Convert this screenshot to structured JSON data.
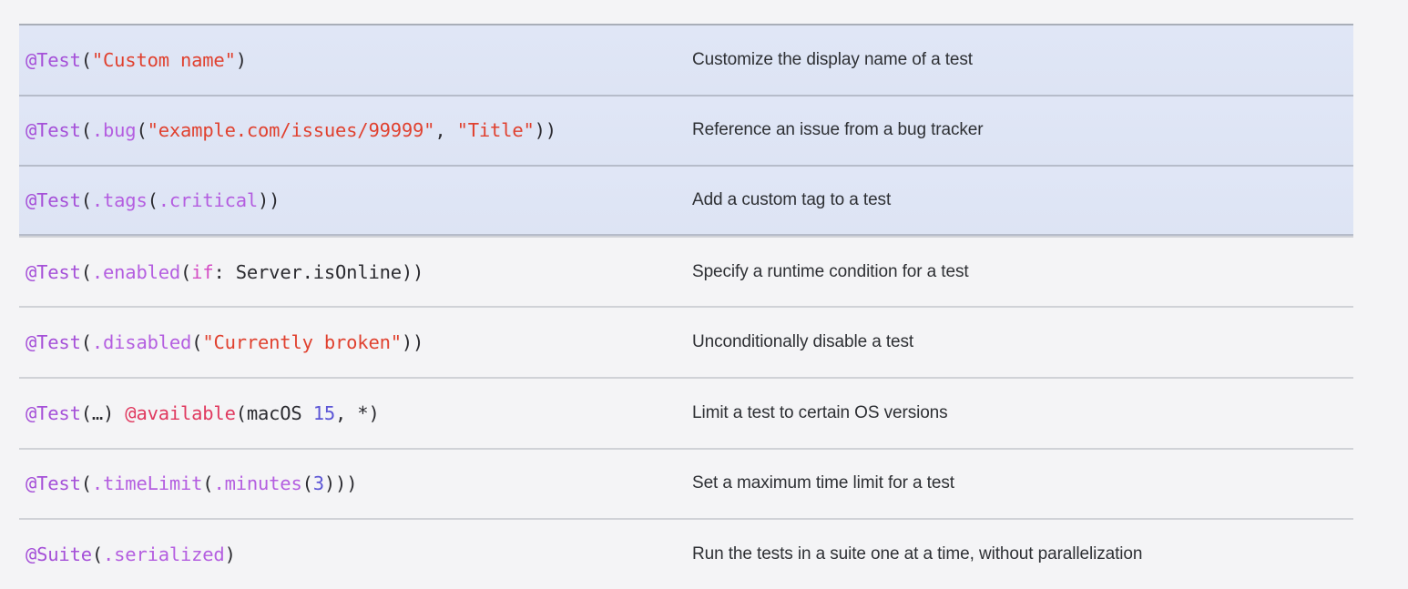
{
  "page": {
    "background_color": "#f4f4f6",
    "highlight_color": "#dfe5f5",
    "separator_color": "#c7cbd4"
  },
  "syntax_colors": {
    "attribute": "#a550d8",
    "availability_attribute": "#e0395f",
    "member": "#b45ee0",
    "string": "#e0412f",
    "keyword": "#d44ec4",
    "number": "#5c56d6",
    "plain": "#2b2b30",
    "description_text": "#2e3034"
  },
  "table": {
    "rows": [
      {
        "highlighted": true,
        "code_plain": "@Test(\"Custom name\")",
        "tokens": [
          {
            "t": "@Test",
            "c": "t-attr"
          },
          {
            "t": "(",
            "c": "t-plain"
          },
          {
            "t": "\"Custom name\"",
            "c": "t-string"
          },
          {
            "t": ")",
            "c": "t-plain"
          }
        ],
        "description": "Customize the display name of a test"
      },
      {
        "highlighted": true,
        "code_plain": "@Test(.bug(\"example.com/issues/99999\", \"Title\"))",
        "tokens": [
          {
            "t": "@Test",
            "c": "t-attr"
          },
          {
            "t": "(",
            "c": "t-plain"
          },
          {
            "t": ".bug",
            "c": "t-member"
          },
          {
            "t": "(",
            "c": "t-plain"
          },
          {
            "t": "\"example.com/issues/99999\"",
            "c": "t-string"
          },
          {
            "t": ", ",
            "c": "t-plain"
          },
          {
            "t": "\"Title\"",
            "c": "t-string"
          },
          {
            "t": "))",
            "c": "t-plain"
          }
        ],
        "description": "Reference an issue from a bug tracker"
      },
      {
        "highlighted": true,
        "code_plain": "@Test(.tags(.critical))",
        "tokens": [
          {
            "t": "@Test",
            "c": "t-attr"
          },
          {
            "t": "(",
            "c": "t-plain"
          },
          {
            "t": ".tags",
            "c": "t-member"
          },
          {
            "t": "(",
            "c": "t-plain"
          },
          {
            "t": ".critical",
            "c": "t-member"
          },
          {
            "t": "))",
            "c": "t-plain"
          }
        ],
        "description": "Add a custom tag to a test"
      },
      {
        "highlighted": false,
        "code_plain": "@Test(.enabled(if: Server.isOnline))",
        "tokens": [
          {
            "t": "@Test",
            "c": "t-attr"
          },
          {
            "t": "(",
            "c": "t-plain"
          },
          {
            "t": ".enabled",
            "c": "t-member"
          },
          {
            "t": "(",
            "c": "t-plain"
          },
          {
            "t": "if",
            "c": "t-keyword"
          },
          {
            "t": ": Server.isOnline))",
            "c": "t-plain"
          }
        ],
        "description": "Specify a runtime condition for a test"
      },
      {
        "highlighted": false,
        "code_plain": "@Test(.disabled(\"Currently broken\"))",
        "tokens": [
          {
            "t": "@Test",
            "c": "t-attr"
          },
          {
            "t": "(",
            "c": "t-plain"
          },
          {
            "t": ".disabled",
            "c": "t-member"
          },
          {
            "t": "(",
            "c": "t-plain"
          },
          {
            "t": "\"Currently broken\"",
            "c": "t-string"
          },
          {
            "t": "))",
            "c": "t-plain"
          }
        ],
        "description": "Unconditionally disable a test"
      },
      {
        "highlighted": false,
        "code_plain": "@Test(…) @available(macOS 15, *)",
        "tokens": [
          {
            "t": "@Test",
            "c": "t-attr"
          },
          {
            "t": "(…) ",
            "c": "t-plain"
          },
          {
            "t": "@available",
            "c": "t-avail"
          },
          {
            "t": "(macOS ",
            "c": "t-plain"
          },
          {
            "t": "15",
            "c": "t-number"
          },
          {
            "t": ", *)",
            "c": "t-plain"
          }
        ],
        "description": "Limit a test to certain OS versions"
      },
      {
        "highlighted": false,
        "code_plain": "@Test(.timeLimit(.minutes(3)))",
        "tokens": [
          {
            "t": "@Test",
            "c": "t-attr"
          },
          {
            "t": "(",
            "c": "t-plain"
          },
          {
            "t": ".timeLimit",
            "c": "t-member"
          },
          {
            "t": "(",
            "c": "t-plain"
          },
          {
            "t": ".minutes",
            "c": "t-member"
          },
          {
            "t": "(",
            "c": "t-plain"
          },
          {
            "t": "3",
            "c": "t-number"
          },
          {
            "t": ")))",
            "c": "t-plain"
          }
        ],
        "description": "Set a maximum time limit for a test"
      },
      {
        "highlighted": false,
        "code_plain": "@Suite(.serialized)",
        "tokens": [
          {
            "t": "@Suite",
            "c": "t-attr"
          },
          {
            "t": "(",
            "c": "t-plain"
          },
          {
            "t": ".serialized",
            "c": "t-member"
          },
          {
            "t": ")",
            "c": "t-plain"
          }
        ],
        "description": "Run the tests in a suite one at a time, without parallelization"
      }
    ]
  }
}
